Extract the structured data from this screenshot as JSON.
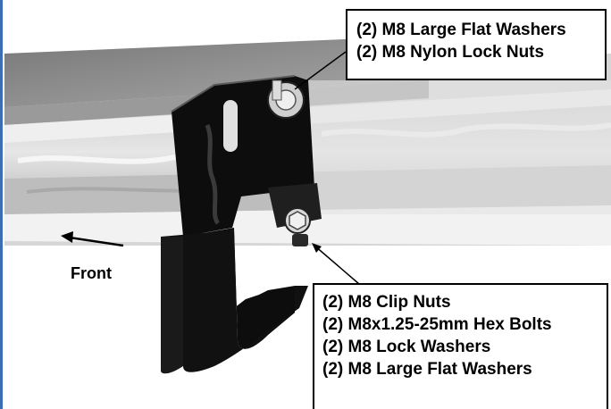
{
  "figure": {
    "top_callout": {
      "lines": [
        "(2) M8 Large Flat Washers",
        "(2) M8 Nylon Lock Nuts"
      ]
    },
    "bottom_callout": {
      "lines": [
        "(2) M8 Clip Nuts",
        "(2) M8x1.25-25mm Hex Bolts",
        "(2) M8 Lock Washers",
        "(2) M8 Large Flat Washers"
      ]
    },
    "front_label": "Front"
  }
}
